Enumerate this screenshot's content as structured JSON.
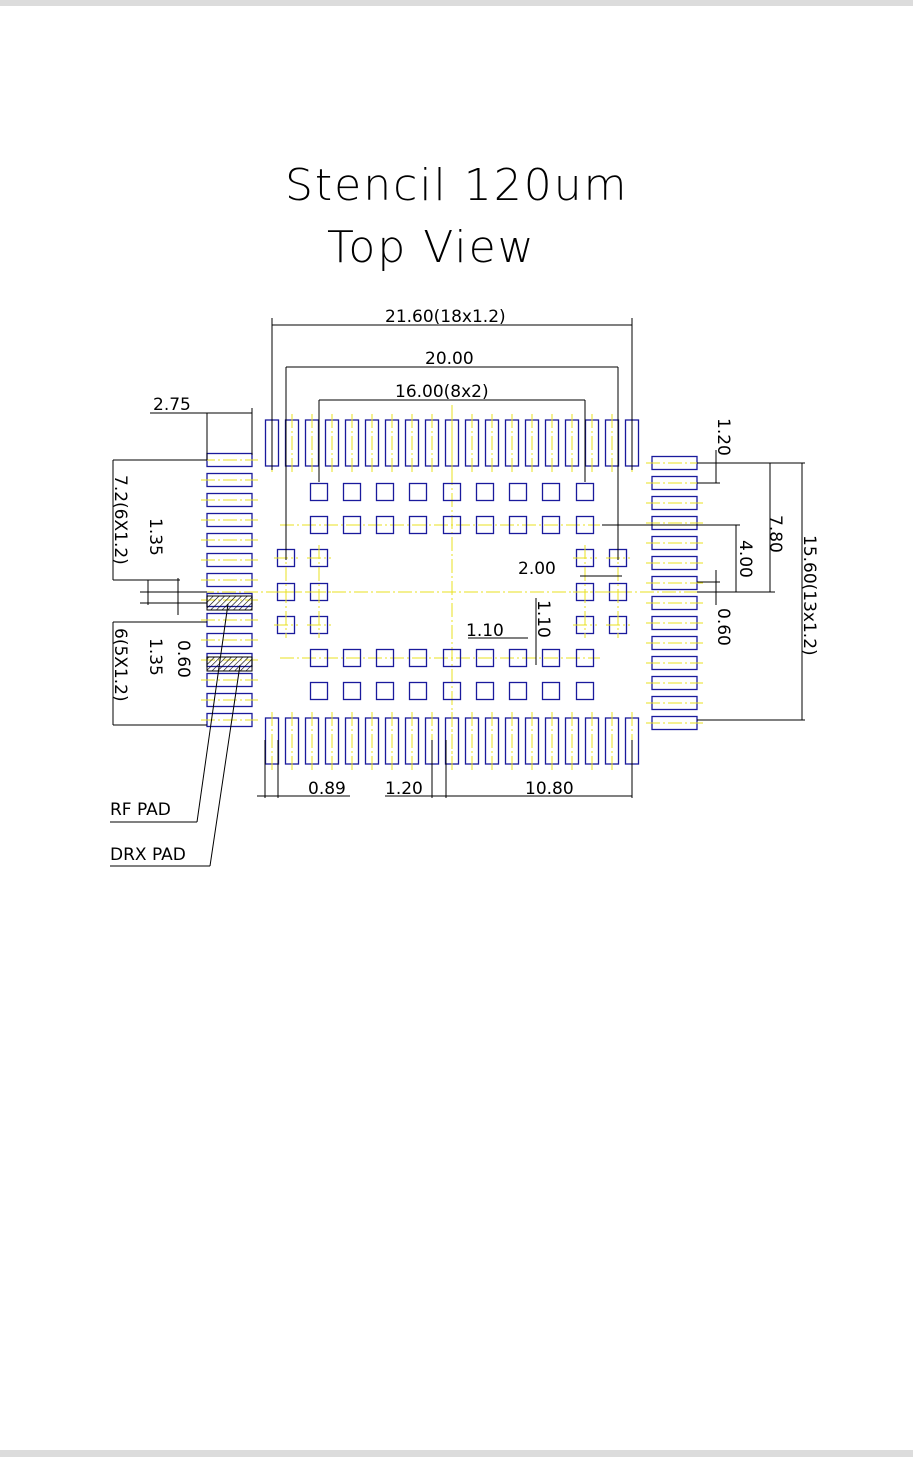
{
  "title": {
    "line1": "Stencil 120um",
    "line2": "Top View"
  },
  "dimensions": {
    "overall_width": "21.60(18x1.2)",
    "pad_span": "20.00",
    "inner_span": "16.00(8x2)",
    "left_offset": "2.75",
    "right_pitch": "1.20",
    "height_7_80": "7.80",
    "height_4_00": "4.00",
    "height_15_60": "15.60(13x1.2)",
    "right_0_60": "0.60",
    "left_7_2": "7.2(6X1.2)",
    "left_1_35_top": "1.35",
    "left_0_60": "0.60",
    "left_6": "6(5X1.2)",
    "left_1_35_bottom": "1.35",
    "inner_2_00": "2.00",
    "inner_1_10_h": "1.10",
    "inner_1_10_v": "1.10",
    "bottom_0_89": "0.89",
    "bottom_1_20": "1.20",
    "bottom_10_80": "10.80"
  },
  "labels": {
    "rf_pad": "RF PAD",
    "drx_pad": "DRX PAD"
  },
  "colors": {
    "pad_outline": "#1a1a9c",
    "centerline": "#e8e020",
    "dimension": "#000000",
    "background": "#ffffff"
  }
}
